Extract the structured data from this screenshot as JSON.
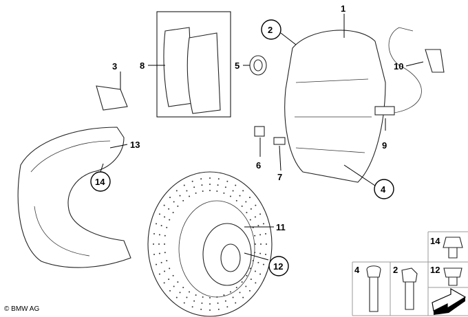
{
  "diagram": {
    "labels": {
      "p1": "1",
      "p2": "2",
      "p3": "3",
      "p4": "4",
      "p5": "5",
      "p6": "6",
      "p7": "7",
      "p8": "8",
      "p9": "9",
      "p10": "10",
      "p11": "11",
      "p12": "12",
      "p13": "13",
      "p14": "14"
    },
    "legend": {
      "c14": "14",
      "c12": "12",
      "c4": "4",
      "c2": "2"
    },
    "copyright": "© BMW AG"
  }
}
